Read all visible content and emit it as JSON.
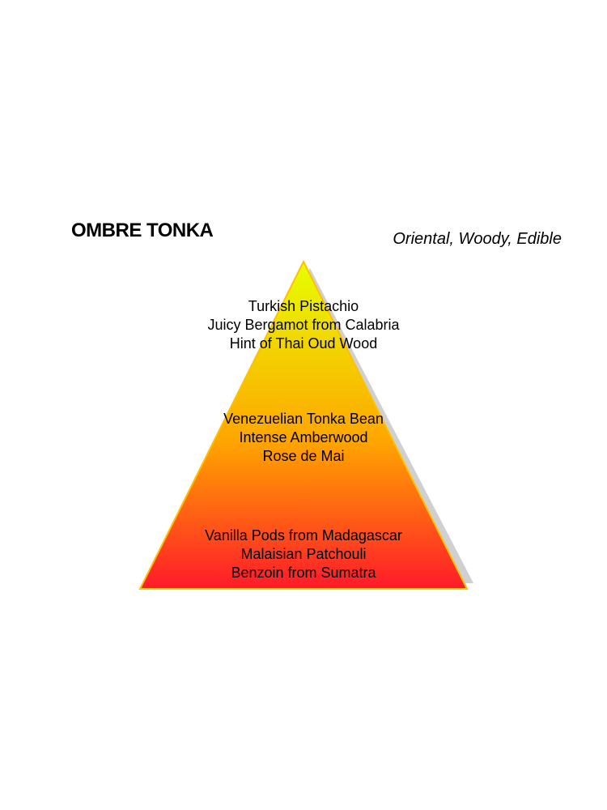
{
  "title": "OMBRE TONKA",
  "subtitle": "Oriental, Woody, Edible",
  "colors": {
    "gradient_top": "#e6ff00",
    "gradient_mid": "#ffa500",
    "gradient_bottom": "#ff1a2a",
    "outline": "#ffc000",
    "shadow": "#c8c8c8"
  },
  "pyramid": {
    "top_notes": [
      "Turkish Pistachio",
      "Juicy Bergamot from Calabria",
      "Hint of Thai Oud Wood"
    ],
    "heart_notes": [
      "Venezuelian Tonka Bean",
      "Intense Amberwood",
      "Rose de Mai"
    ],
    "base_notes": [
      "Vanilla Pods from Madagascar",
      "Malaisian Patchouli",
      "Benzoin from Sumatra"
    ]
  }
}
